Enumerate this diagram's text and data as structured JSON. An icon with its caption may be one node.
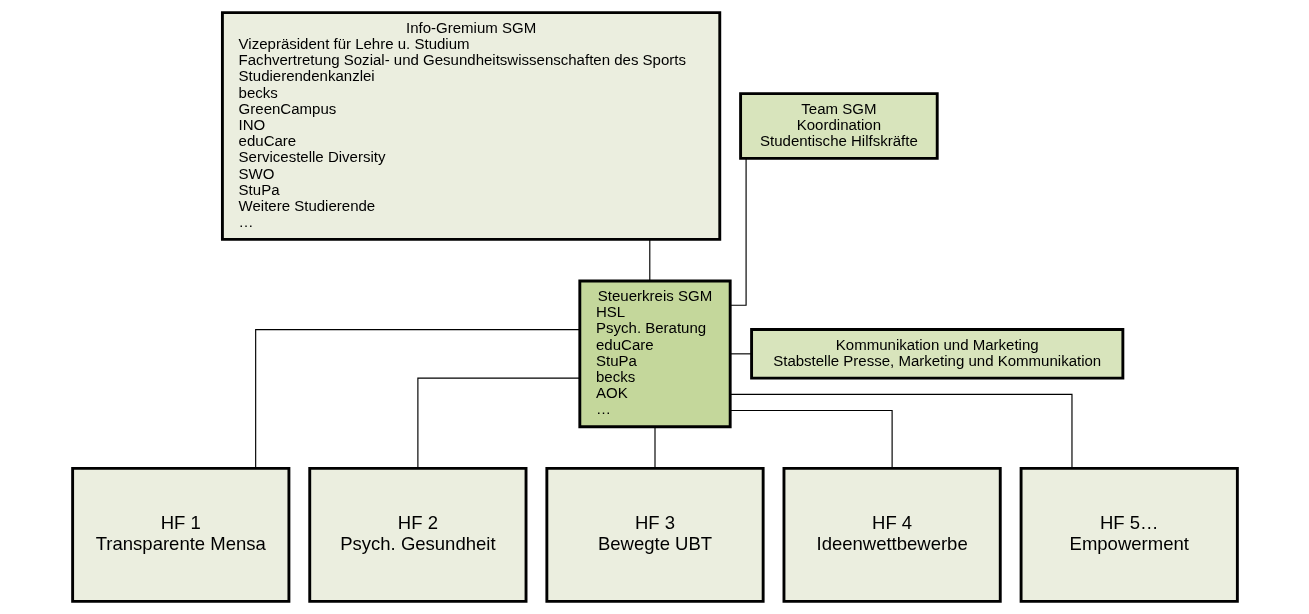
{
  "diagram": {
    "nodes": [
      {
        "text": [
          "Info-Gremium SGM",
          "Vizepräsident für Lehre u. Studium",
          "Fachvertretung Sozial- und Gesundheitswissenschaften des Sports",
          "Studierendenkanzlei",
          "becks",
          "GreenCampus",
          "INO",
          "eduCare",
          "Servicestelle Diversity",
          "SWO",
          "StuPa",
          "Weitere Studierende",
          "…"
        ]
      },
      {
        "text": [
          "Team SGM",
          "Koordination",
          "Studentische Hilfskräfte"
        ]
      },
      {
        "text": [
          "Steuerkreis SGM",
          "HSL",
          "Psych. Beratung",
          "eduCare",
          "StuPa",
          "becks",
          "AOK",
          "…"
        ]
      },
      {
        "text": [
          "Kommunikation und Marketing",
          "Stabstelle Presse, Marketing und Kommunikation"
        ]
      },
      {
        "text": [
          "HF 1",
          "Transparente Mensa"
        ]
      },
      {
        "text": [
          "HF 2",
          "Psych. Gesundheit"
        ]
      },
      {
        "text": [
          "HF 3",
          "Bewegte UBT"
        ]
      },
      {
        "text": [
          "HF 4",
          "Ideenwettbewerbe"
        ]
      },
      {
        "text": [
          "HF 5…",
          "Empowerment"
        ]
      }
    ],
    "edges": [
      {
        "from": 1,
        "to": 2,
        "arrow": "none"
      },
      {
        "from": 0,
        "to": 2,
        "arrow": "none"
      },
      {
        "from": 2,
        "to": 3,
        "arrow": "none"
      },
      {
        "from": 2,
        "to": 4,
        "arrow": "none"
      },
      {
        "from": 2,
        "to": 5,
        "arrow": "none"
      },
      {
        "from": 2,
        "to": 6,
        "arrow": "none"
      },
      {
        "from": 2,
        "to": 7,
        "arrow": "none"
      },
      {
        "from": 2,
        "to": 8,
        "arrow": "none"
      }
    ]
  }
}
